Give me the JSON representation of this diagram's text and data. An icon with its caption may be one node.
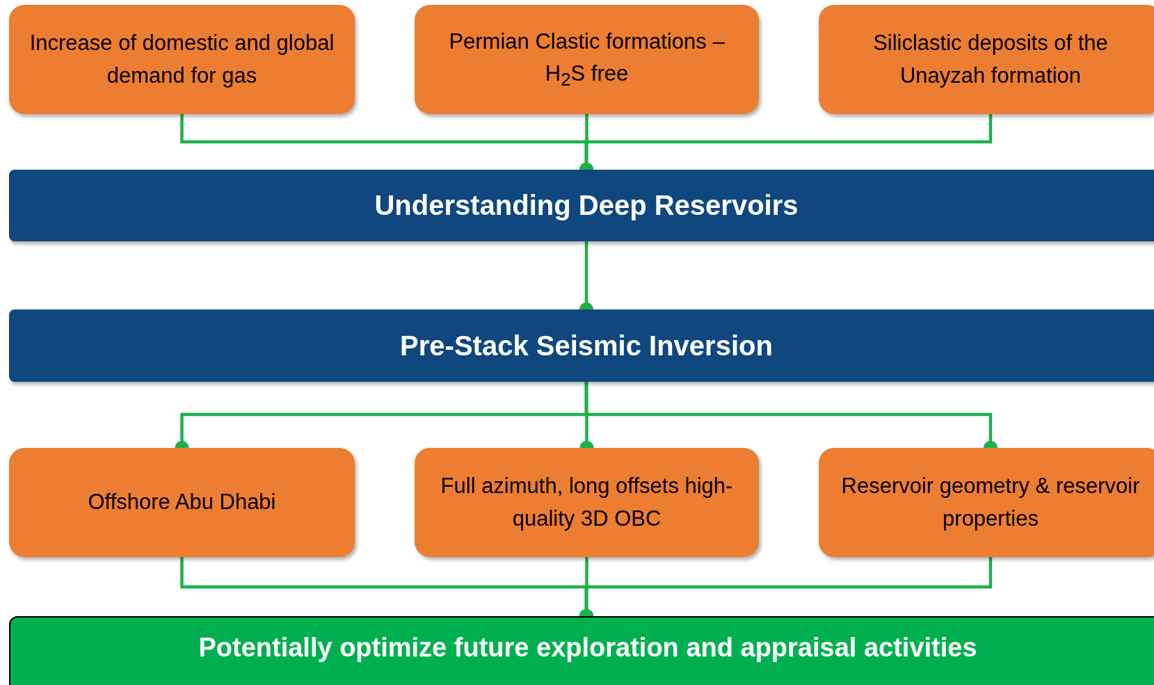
{
  "diagram": {
    "nodes": [
      {
        "text": [
          "Increase of domestic and global demand for gas"
        ]
      },
      {
        "text": [
          "Permian Clastic formations – H$_{2}$S free"
        ]
      },
      {
        "text": [
          "Siliclastic deposits of the Unayzah formation"
        ]
      },
      {
        "text": [
          "Understanding Deep Reservoirs"
        ]
      },
      {
        "text": [
          "Pre-Stack Seismic Inversion"
        ]
      },
      {
        "text": [
          "Offshore Abu Dhabi"
        ]
      },
      {
        "text": [
          "Full azimuth, long offsets high-quality 3D OBC"
        ]
      },
      {
        "text": [
          "Reservoir geometry & reservoir properties"
        ]
      },
      {
        "text": [
          "Potentially optimize future exploration and appraisal activities"
        ]
      }
    ],
    "edges": [
      {
        "from": 0,
        "to": 3,
        "arrow": "other"
      },
      {
        "from": 1,
        "to": 3,
        "arrow": "other"
      },
      {
        "from": 2,
        "to": 3,
        "arrow": "other"
      },
      {
        "from": 3,
        "to": 4,
        "arrow": "other"
      },
      {
        "from": 4,
        "to": 5,
        "arrow": "other"
      },
      {
        "from": 4,
        "to": 6,
        "arrow": "other"
      },
      {
        "from": 4,
        "to": 7,
        "arrow": "other"
      },
      {
        "from": 5,
        "to": 8,
        "arrow": "other"
      },
      {
        "from": 6,
        "to": 8,
        "arrow": "other"
      },
      {
        "from": 7,
        "to": 8,
        "arrow": "other"
      }
    ]
  }
}
